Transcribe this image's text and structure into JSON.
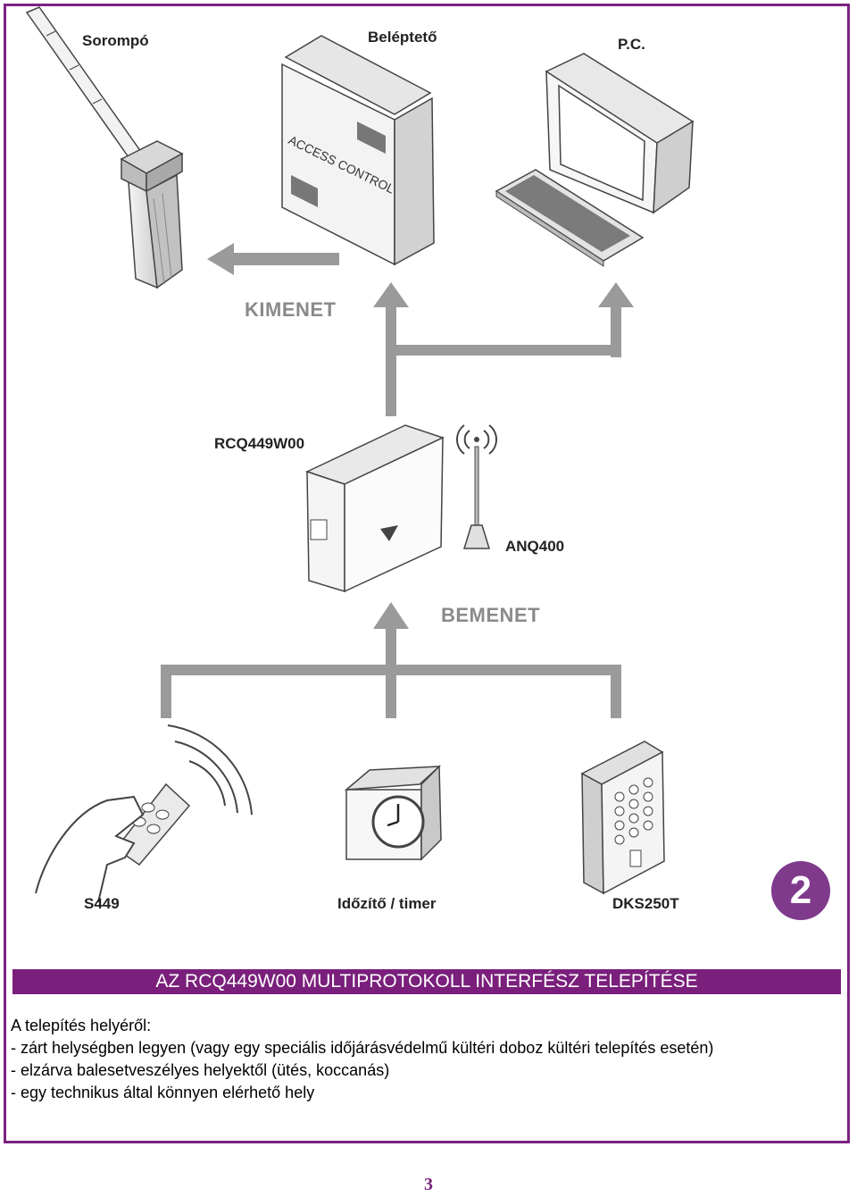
{
  "diagram": {
    "devices_top": {
      "barrier": "Sorompó",
      "access_controller": "Beléptető",
      "access_controller_panel_text": "ACCESS CONTROL",
      "pc": "P.C."
    },
    "output_label": "KIMENET",
    "interface": {
      "model": "RCQ449W00",
      "antenna": "ANQ400"
    },
    "input_label": "BEMENET",
    "devices_bottom": {
      "remote": "S449",
      "timer": "Időzítő / timer",
      "keypad": "DKS250T"
    },
    "step_number": "2"
  },
  "section": {
    "title": "AZ RCQ449W00 MULTIPROTOKOLL INTERFÉSZ TELEPÍTÉSE",
    "intro": "A telepítés helyéről:",
    "items": [
      "- zárt helységben legyen (vagy egy speciális időjárásvédelmű kültéri doboz kültéri telepítés esetén)",
      "- elzárva balesetveszélyes helyektől (ütés, koccanás)",
      "- egy technikus által könnyen elérhető hely"
    ]
  },
  "page_number": "3",
  "colors": {
    "accent": "#7a1f7c",
    "arrow_grey": "#9a9a9a"
  }
}
